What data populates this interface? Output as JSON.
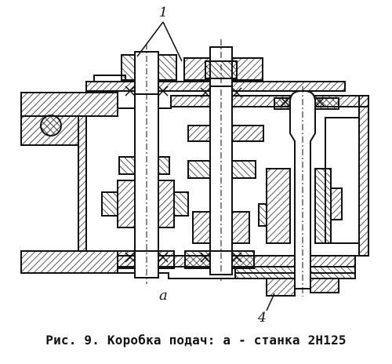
{
  "labels": {
    "callout_1": "1",
    "callout_4": "4",
    "subfigure": "а"
  },
  "caption": "Рис. 9. Коробка подач: а - станка 2Н125"
}
